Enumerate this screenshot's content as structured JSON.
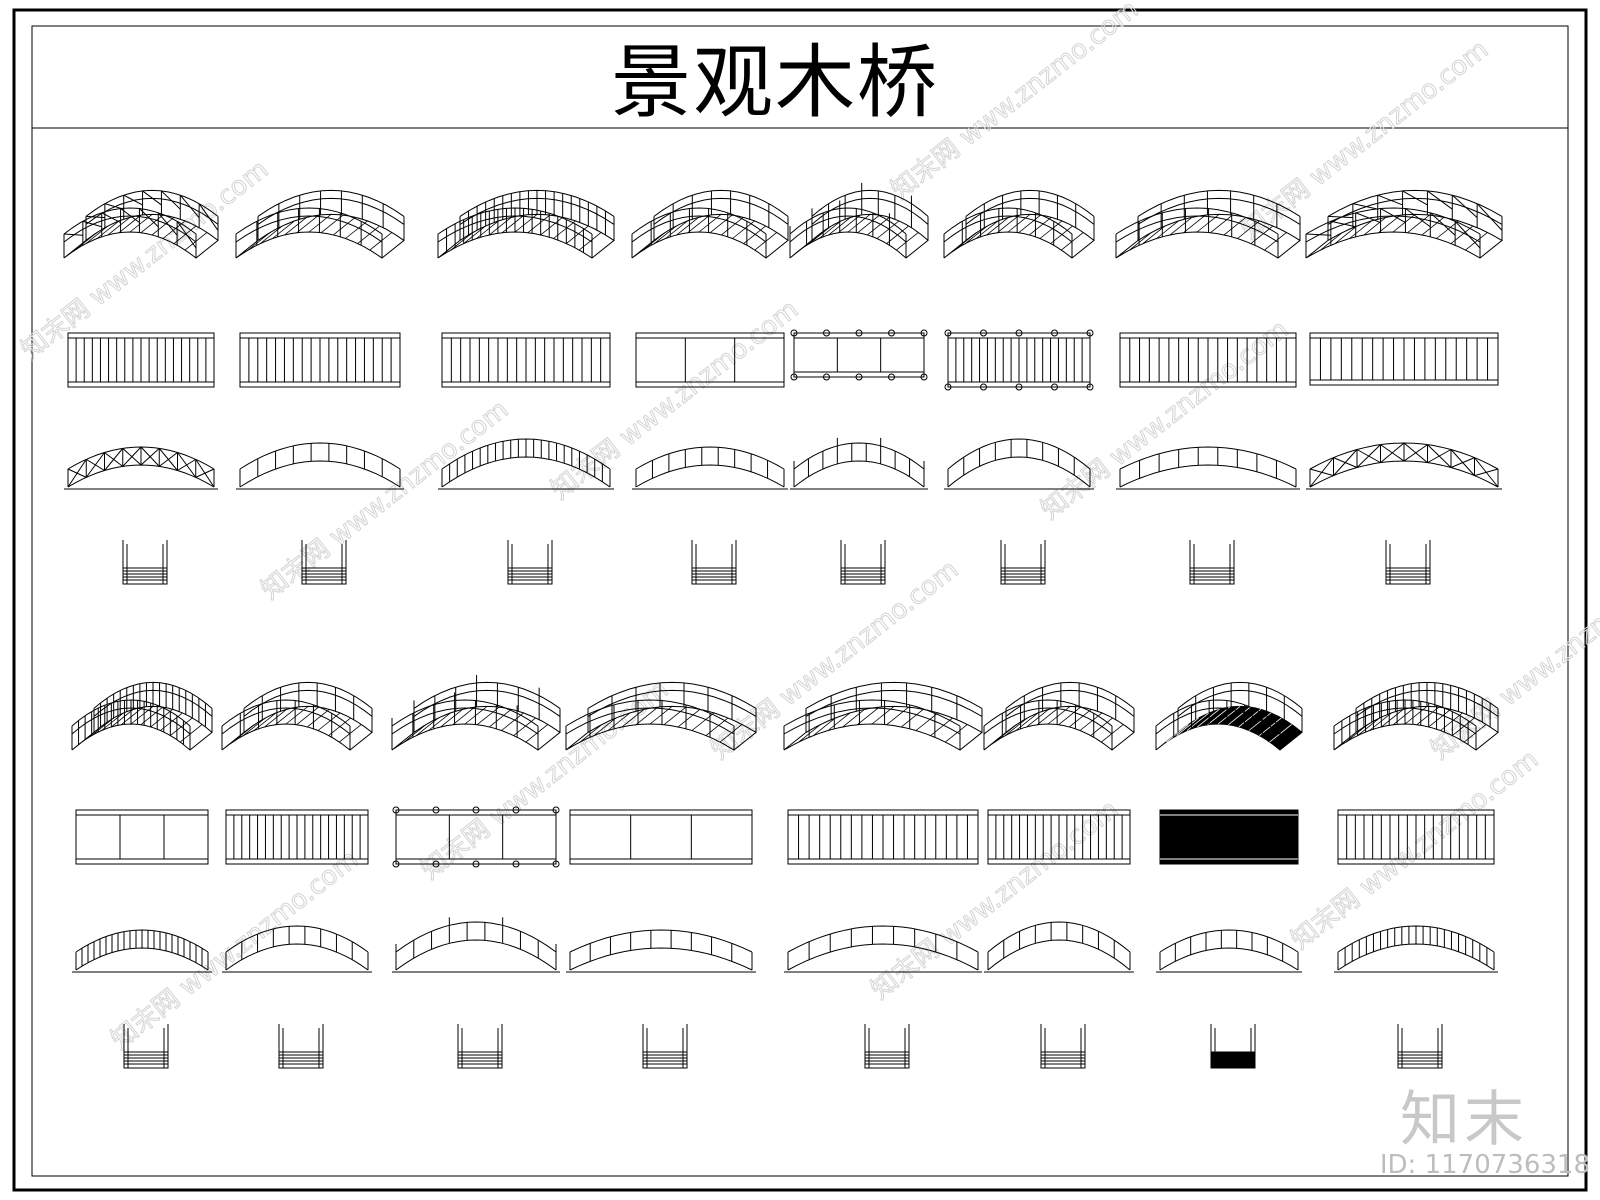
{
  "sheet": {
    "title": "景观木桥",
    "logo_text": "知末",
    "id_label": "ID: 1170736318",
    "watermark": "www.znzmo.com",
    "watermark_brand": "知末网"
  },
  "groups": {
    "row1": [
      {
        "style": "lattice"
      },
      {
        "style": "simple-arch"
      },
      {
        "style": "picket"
      },
      {
        "style": "rail-post"
      },
      {
        "style": "pillar-arch"
      },
      {
        "style": "rail-post-light"
      },
      {
        "style": "open-rail"
      },
      {
        "style": "truss"
      }
    ],
    "row2": [
      {
        "style": "rail-arch"
      },
      {
        "style": "low-rail"
      },
      {
        "style": "capped-pillar"
      },
      {
        "style": "solid-arch"
      },
      {
        "style": "wide-arch"
      },
      {
        "style": "post-rail"
      },
      {
        "style": "dark-deck"
      },
      {
        "style": "fence-rail"
      }
    ]
  }
}
